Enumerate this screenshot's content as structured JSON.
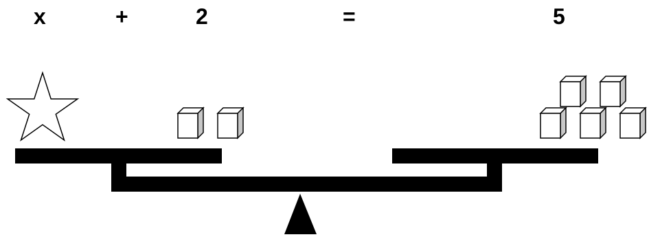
{
  "equation": {
    "variable": "x",
    "operator": "+",
    "addend": "2",
    "equals": "=",
    "result": "5"
  },
  "balance": {
    "left_pan": {
      "unknown_shape": "star-icon",
      "cube_count": 2
    },
    "right_pan": {
      "cube_count": 5
    },
    "state": "balanced"
  },
  "colors": {
    "beam": "#000000",
    "cube_front": "#ffffff",
    "cube_side": "#c8c8c8",
    "cube_top": "#ffffff",
    "outline": "#000000"
  }
}
